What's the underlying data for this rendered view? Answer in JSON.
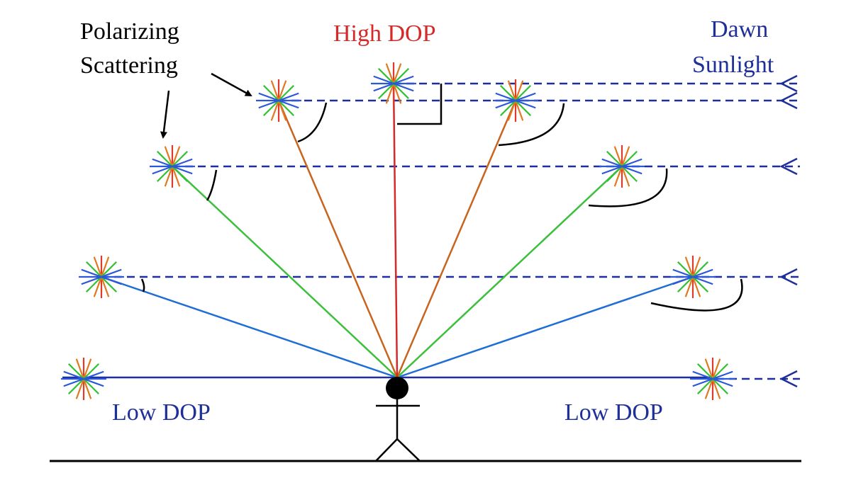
{
  "labels": {
    "polarizing": "Polarizing",
    "scattering": "Scattering",
    "high_dop": "High DOP",
    "dawn": "Dawn",
    "sunlight": "Sunlight",
    "low_dop_left": "Low DOP",
    "low_dop_right": "Low DOP"
  },
  "colors": {
    "dashed_ray": "#1f2f9a",
    "low_dop_text": "#1f2f9a",
    "high_dop_text": "#d42a2a",
    "dawn_text": "#1f2f9a",
    "vertical_ray": "#d42a2a",
    "orange_ray": "#c8641e",
    "green_ray": "#3cbf3c",
    "blue_ray": "#1e6ed6",
    "horizon_ray": "#1f2f9a",
    "scatter_red": "#e03a2a",
    "scatter_orange": "#e07a20",
    "scatter_green": "#33c033",
    "scatter_blue": "#2a58d8"
  }
}
